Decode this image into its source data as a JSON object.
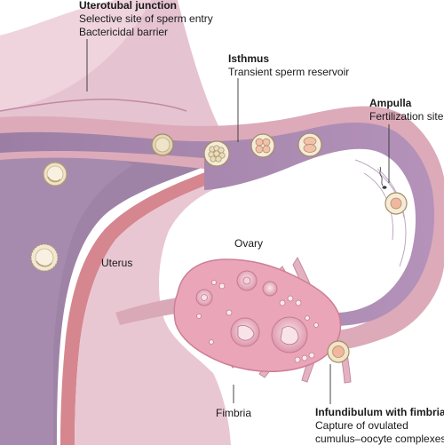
{
  "labels": {
    "uterotubal": {
      "title": "Uterotubal junction",
      "lines": [
        "Selective site of sperm entry",
        "Bactericidal barrier"
      ]
    },
    "isthmus": {
      "title": "Isthmus",
      "lines": [
        "Transient sperm reservoir"
      ]
    },
    "ampulla": {
      "title": "Ampulla",
      "lines": [
        "Fertilization site"
      ]
    },
    "uterus": "Uterus",
    "ovary": "Ovary",
    "fimbria": "Fimbria",
    "infundibulum": {
      "title": "Infundibulum with fimbria",
      "lines": [
        "Capture of ovulated",
        "cumulus–oocyte complexes"
      ]
    }
  },
  "colors": {
    "uterus_body": "#e4bfcd",
    "uterus_cavity": "#9a7ea2",
    "tube_wall": "#dba9b8",
    "tube_lumen": "#a98bb0",
    "ovary": "#eaa4b7",
    "leader_line": "#333333"
  }
}
